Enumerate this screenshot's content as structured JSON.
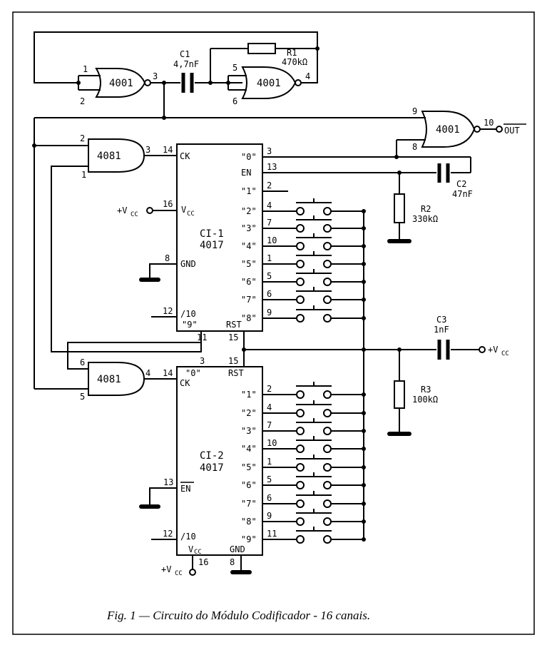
{
  "caption": "Fig. 1 — Circuito do Módulo Codificador - 16 canais.",
  "gates": {
    "g1": "4001",
    "g2": "4001",
    "g3": "4001",
    "g4": "4081",
    "g5": "4081"
  },
  "components": {
    "c1_name": "C1",
    "c1_value": "4,7nF",
    "r1_name": "R1",
    "r1_value": "470kΩ",
    "c2_name": "C2",
    "c2_value": "47nF",
    "r2_name": "R2",
    "r2_value": "330kΩ",
    "c3_name": "C3",
    "c3_value": "1nF",
    "r3_name": "R3",
    "r3_value": "100kΩ"
  },
  "ic1": {
    "name": "CI-1",
    "part": "4017"
  },
  "ic2": {
    "name": "CI-2",
    "part": "4017"
  },
  "labels": {
    "out": "OUT",
    "vcc": "+V",
    "vcc_sub": "CC",
    "ck": "CK",
    "en": "EN",
    "gnd": "GND",
    "rst": "RST",
    "div10": "/10",
    "vcc_pin": "V",
    "vcc_pin_sub": "CC"
  },
  "pins": {
    "g1_in_a": "1",
    "g1_in_b": "2",
    "g1_out": "3",
    "g2_in_a": "5",
    "g2_in_b": "6",
    "g2_out": "4",
    "g3_in_a": "9",
    "g3_in_b": "8",
    "g3_out": "10",
    "g4_in_a": "2",
    "g4_in_b": "1",
    "g4_out": "3",
    "g5_in_a": "6",
    "g5_in_b": "5",
    "g5_out": "4",
    "ic1_ck": "14",
    "ic1_vcc": "16",
    "ic1_gnd": "8",
    "ic1_div": "12",
    "ic1_nine": "11",
    "ic1_rst": "15",
    "ic2_top": "3",
    "ic2_rst": "15",
    "ic2_ck": "14",
    "ic2_en": "13",
    "ic2_div": "12",
    "ic2_vcc": "16",
    "ic2_gnd": "8"
  },
  "ic1_left": {
    "ck": "CK",
    "vcc": "V",
    "gnd": "GND",
    "div": "/10",
    "nine": "\"9\"",
    "rst": "RST"
  },
  "ic1_outputs": [
    {
      "label": "\"0\"",
      "pin": "3"
    },
    {
      "label": "EN",
      "pin": "13"
    },
    {
      "label": "\"1\"",
      "pin": "2"
    },
    {
      "label": "\"2\"",
      "pin": "4"
    },
    {
      "label": "\"3\"",
      "pin": "7"
    },
    {
      "label": "\"4\"",
      "pin": "10"
    },
    {
      "label": "\"5\"",
      "pin": "1"
    },
    {
      "label": "\"6\"",
      "pin": "5"
    },
    {
      "label": "\"7\"",
      "pin": "6"
    },
    {
      "label": "\"8\"",
      "pin": "9"
    }
  ],
  "ic2_top_labels": {
    "zero": "\"0\"",
    "rst": "RST"
  },
  "ic2_outputs": [
    {
      "label": "\"1\"",
      "pin": "2"
    },
    {
      "label": "\"2\"",
      "pin": "4"
    },
    {
      "label": "\"3\"",
      "pin": "7"
    },
    {
      "label": "\"4\"",
      "pin": "10"
    },
    {
      "label": "\"5\"",
      "pin": "1"
    },
    {
      "label": "\"6\"",
      "pin": "5"
    },
    {
      "label": "\"7\"",
      "pin": "6"
    },
    {
      "label": "\"8\"",
      "pin": "9"
    },
    {
      "label": "\"9\"",
      "pin": "11"
    }
  ]
}
